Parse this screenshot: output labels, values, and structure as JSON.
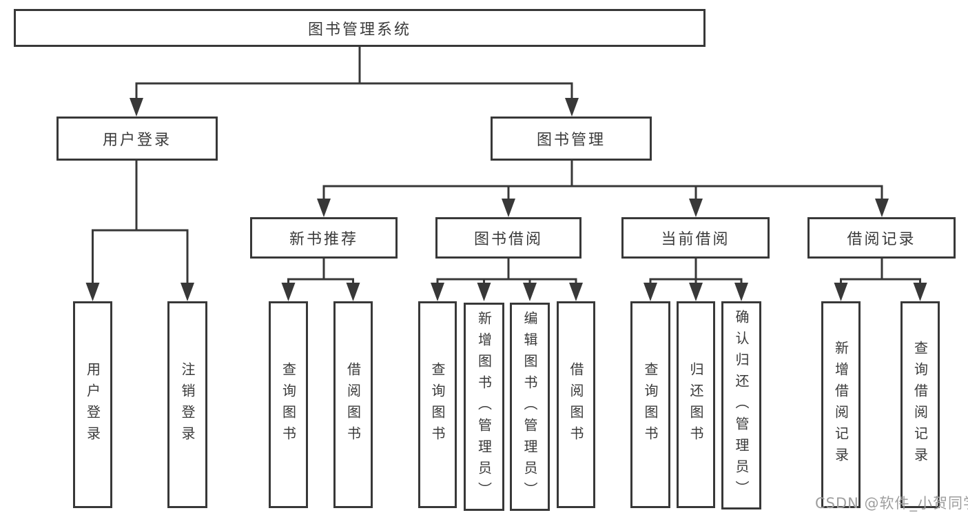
{
  "colors": {
    "line": "#383838",
    "text": "#3a3a3a",
    "background": "#ffffff",
    "watermark": "#9e9e9e"
  },
  "tree": {
    "label": "图书管理系统",
    "children": [
      {
        "label": "用户登录",
        "children": [
          {
            "label": "用户登录"
          },
          {
            "label": "注销登录"
          }
        ]
      },
      {
        "label": "图书管理",
        "children": [
          {
            "label": "新书推荐",
            "children": [
              {
                "label": "查询图书"
              },
              {
                "label": "借阅图书"
              }
            ]
          },
          {
            "label": "图书借阅",
            "children": [
              {
                "label": "查询图书"
              },
              {
                "label": "新增图书（管理员）"
              },
              {
                "label": "编辑图书（管理员）"
              },
              {
                "label": "借阅图书"
              }
            ]
          },
          {
            "label": "当前借阅",
            "children": [
              {
                "label": "查询图书"
              },
              {
                "label": "归还图书"
              },
              {
                "label": "确认归还（管理员）"
              }
            ]
          },
          {
            "label": "借阅记录",
            "children": [
              {
                "label": "新增借阅记录"
              },
              {
                "label": "查询借阅记录"
              }
            ]
          }
        ]
      }
    ]
  },
  "watermark": "CSDN @软件_小贺同学"
}
